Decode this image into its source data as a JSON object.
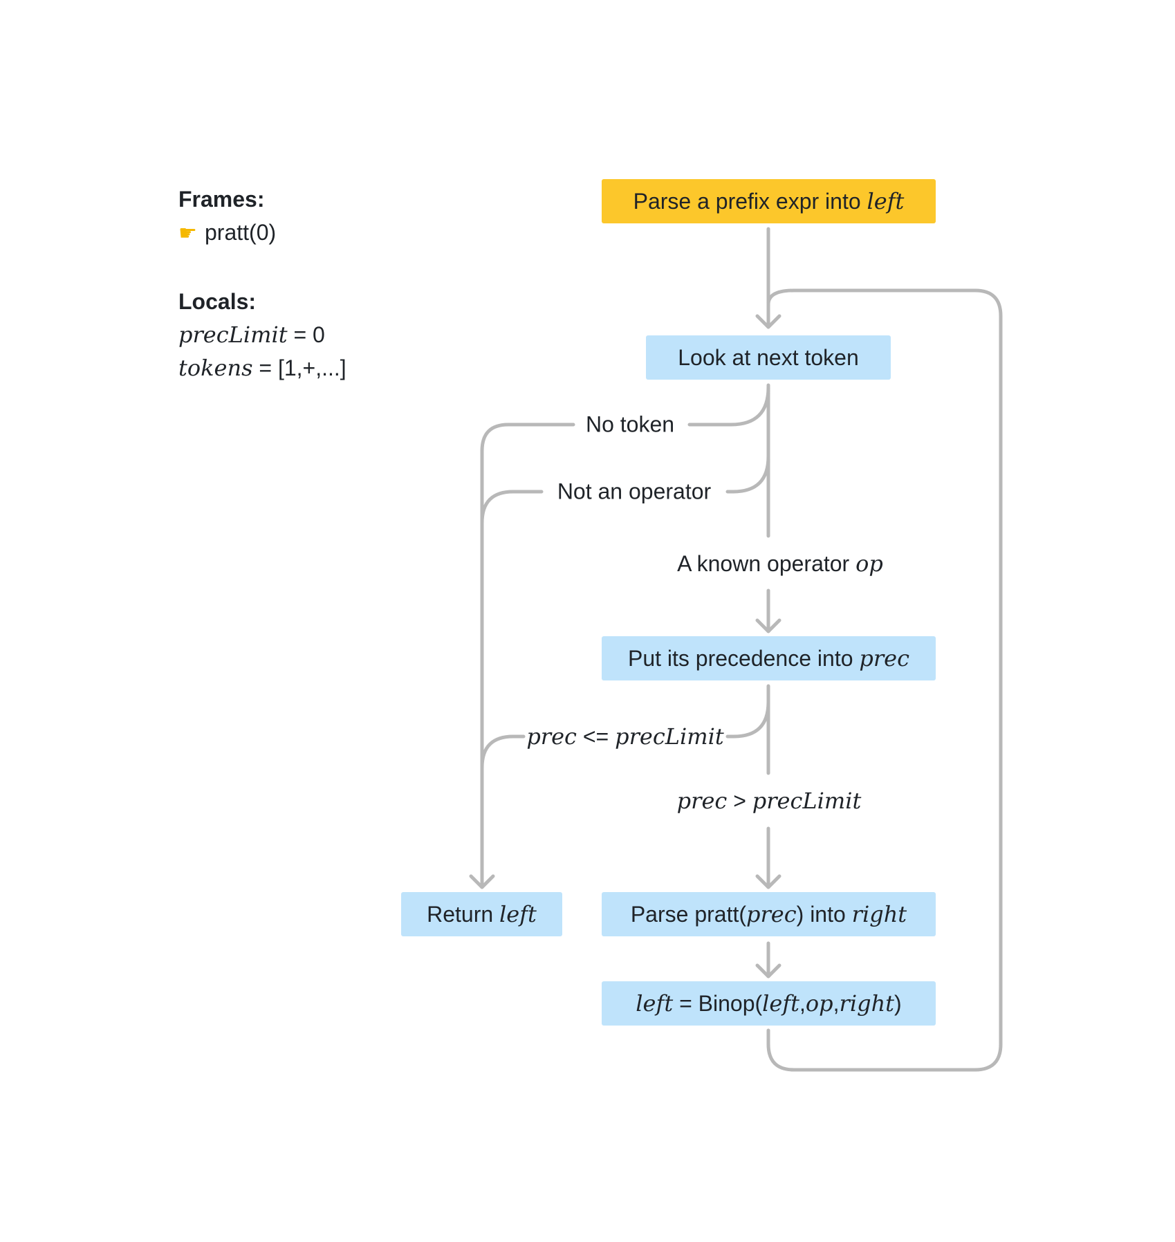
{
  "panel": {
    "frames_heading": "Frames:",
    "frame_item": "pratt(0)",
    "locals_heading": "Locals:",
    "local_1_name": "precLimit",
    "local_1_value": " = 0",
    "local_2_name": "tokens",
    "local_2_value": " = [1,+,...]"
  },
  "nodes": {
    "parse_prefix": {
      "text": "Parse a prefix expr into ",
      "var": "left"
    },
    "look_next": {
      "text": "Look at next token"
    },
    "put_prec": {
      "text": "Put its precedence into ",
      "var": "prec"
    },
    "return_left": {
      "text": "Return ",
      "var": "left"
    },
    "parse_pratt": {
      "a": "Parse pratt(",
      "b": "prec",
      "c": ") into ",
      "d": "right"
    },
    "binop": {
      "a": "left",
      "b": " = Binop(",
      "c": "left",
      "d": ",",
      "e": "op",
      "f": ",",
      "g": "right",
      "h": ")"
    }
  },
  "edges": {
    "no_token": "No token",
    "not_operator": "Not an operator",
    "known_op_text": "A known operator ",
    "known_op_var": "op",
    "le_a": "prec",
    "le_b": " <= ",
    "le_c": "precLimit",
    "gt_a": "prec",
    "gt_b": " > ",
    "gt_c": "precLimit"
  },
  "colors": {
    "start_node": "#fcc72b",
    "node": "#bfe3fb",
    "line": "#b8b8b8",
    "text": "#1f2328"
  }
}
